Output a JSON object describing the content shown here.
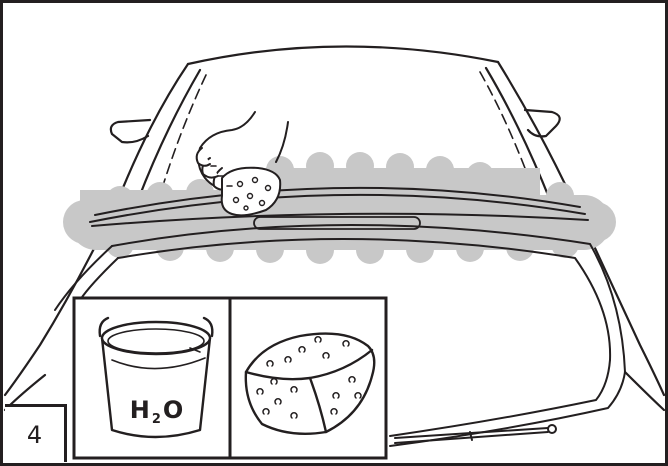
{
  "step": {
    "number": "4"
  },
  "bucket": {
    "label_main": "H",
    "label_sub": "2",
    "label_end": "O"
  },
  "colors": {
    "line": "#231f20",
    "highlight": "#c8c8c8"
  },
  "icons": [
    "car-rear-icon",
    "hand-with-sponge-icon",
    "bucket-icon",
    "sponge-icon",
    "wiper-icon"
  ]
}
